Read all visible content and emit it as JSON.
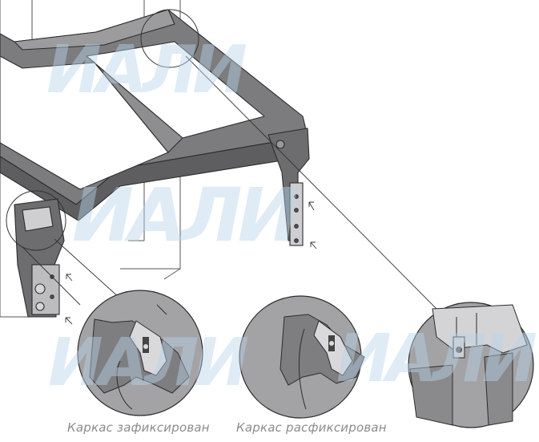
{
  "captions": {
    "fixed": "Каркас зафиксирован",
    "unfixed": "Каркас расфиксирован"
  },
  "watermark": {
    "text": "ИАЛИ"
  },
  "colors": {
    "frame_fill": "#7c7c7e",
    "frame_dark": "#5e5e60",
    "frame_light": "#9c9c9e",
    "detail_bg": "#a3a3a5",
    "outline": "#2c2c2c",
    "watermark": "#b9d4ea",
    "caption": "#8c8c8c"
  }
}
